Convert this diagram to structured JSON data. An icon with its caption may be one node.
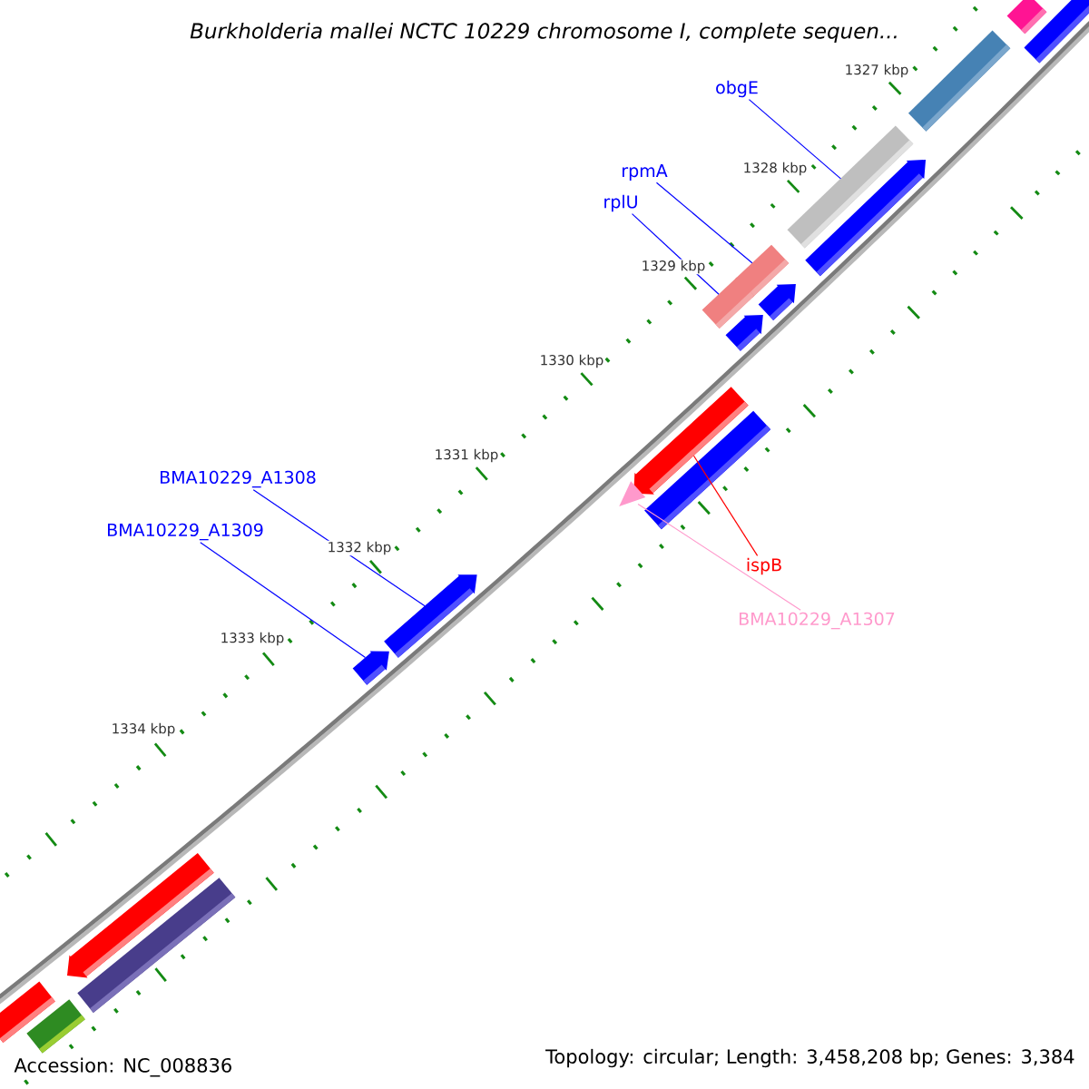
{
  "diagram": {
    "title": "Burkholderia mallei NCTC 10229 chromosome I, complete sequen...",
    "nodes": [
      {
        "text": [
          "obgE"
        ]
      },
      {
        "text": [
          "rpmA"
        ]
      },
      {
        "text": [
          "rplU"
        ]
      },
      {
        "text": [
          "BMA10229_A1308"
        ]
      },
      {
        "text": [
          "BMA10229_A1309"
        ]
      },
      {
        "text": [
          "ispB"
        ]
      },
      {
        "text": [
          "BMA10229_A1307"
        ]
      },
      {
        "text": [],
        "shape": "bar"
      },
      {
        "text": [],
        "shape": "bar"
      },
      {
        "text": [],
        "shape": "bar"
      },
      {
        "text": [],
        "shape": "arrow"
      },
      {
        "text": [],
        "shape": "arrow"
      },
      {
        "text": [],
        "shape": "arrow"
      },
      {
        "text": [],
        "shape": "triangle"
      },
      {
        "text": [],
        "shape": "bar"
      },
      {
        "text": [],
        "shape": "arrow"
      },
      {
        "text": [],
        "shape": "bar"
      },
      {
        "text": [],
        "shape": "arrow"
      },
      {
        "text": [],
        "shape": "arrow"
      },
      {
        "text": [],
        "shape": "arrow"
      },
      {
        "text": [],
        "shape": "bar"
      },
      {
        "text": [],
        "shape": "arrow"
      },
      {
        "text": [],
        "shape": "bar"
      },
      {
        "text": [],
        "shape": "bar"
      },
      {
        "text": [],
        "shape": "bar"
      }
    ],
    "edges": [
      {
        "from": 0,
        "to": 7,
        "arrow": "none"
      },
      {
        "from": 1,
        "to": 8,
        "arrow": "none"
      },
      {
        "from": 2,
        "to": 9,
        "arrow": "none"
      },
      {
        "from": 3,
        "to": 10,
        "arrow": "none"
      },
      {
        "from": 4,
        "to": 11,
        "arrow": "none"
      },
      {
        "from": 5,
        "to": 12,
        "arrow": "none",
        "color": "#ff0000"
      },
      {
        "from": 6,
        "to": 13,
        "arrow": "none",
        "color": "#ff99cc"
      }
    ],
    "labels": [
      "1327 kbp",
      "1328 kbp",
      "1329 kbp",
      "1330 kbp",
      "1331 kbp",
      "1332 kbp",
      "1333 kbp",
      "1334 kbp",
      "Accession: NC_008836",
      "Topology: circular; Length: 3,458,208 bp; Genes: 3,384"
    ]
  }
}
